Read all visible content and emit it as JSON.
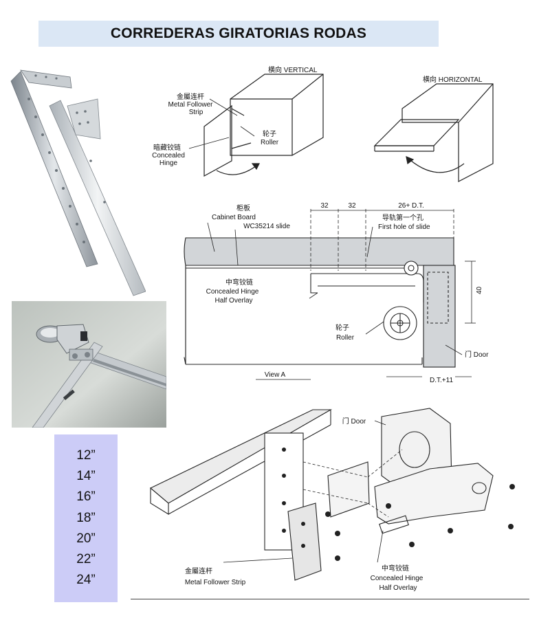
{
  "title": "CORREDERAS GIRATORIAS RODAS",
  "sizes": [
    "12”",
    "14”",
    "16”",
    "18”",
    "20”",
    "22”",
    "24”"
  ],
  "diagram_top": {
    "vertical": "横向 VERTICAL",
    "horizontal": "横向 HORIZONTAL",
    "metal_follower_cn": "金屬连杆",
    "metal_follower_en": "Metal Follower",
    "strip": "Strip",
    "hinge_cn": "暗藏铰链",
    "concealed": "Concealed",
    "hinge": "Hinge",
    "roller_cn": "轮子",
    "roller": "Roller"
  },
  "diagram_mid": {
    "dim_32a": "32",
    "dim_32b": "32",
    "dim_26": "26+ D.T.",
    "cabinet_cn": "柜板",
    "cabinet": "Cabinet Board",
    "slide": "WC35214 slide",
    "first_hole_cn": "导轨第一个孔",
    "first_hole": "First hole of slide",
    "dim_40": "40",
    "hinge_cn": "中弯铰链",
    "hinge": "Concealed Hinge",
    "half": "Half Overlay",
    "roller_cn": "轮子",
    "roller": "Roller",
    "door": "门 Door",
    "view": "View A",
    "dim_dt": "D.T.+11"
  },
  "diagram_bottom": {
    "door": "门 Door",
    "metal_cn": "金屬连杆",
    "metal": "Metal Follower Strip",
    "hinge_cn": "中弯铰链",
    "hinge": "Concealed Hinge",
    "half": "Half Overlay"
  }
}
